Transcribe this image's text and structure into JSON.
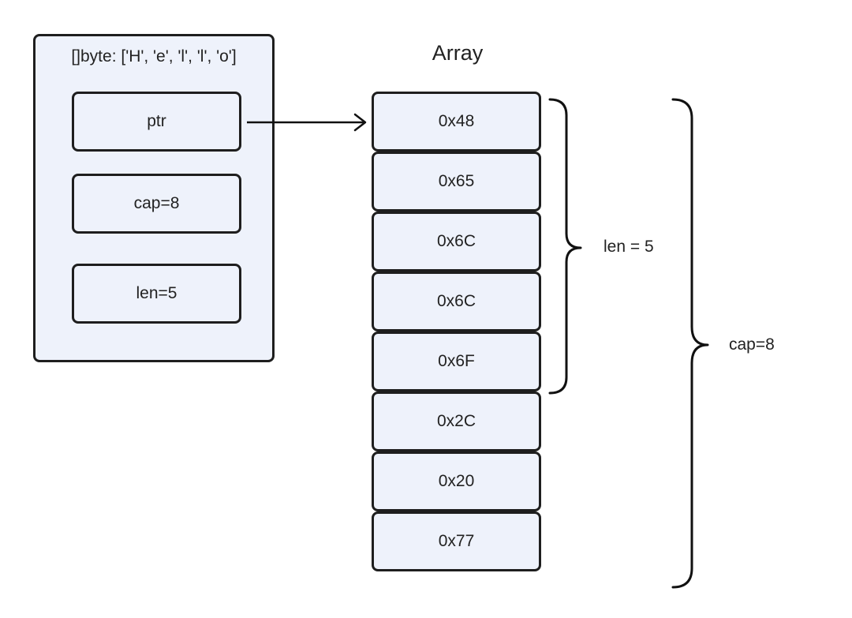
{
  "slice": {
    "title": "[]byte: ['H', 'e', 'l', 'l', 'o']",
    "fields": [
      {
        "label": "ptr"
      },
      {
        "label": "cap=8"
      },
      {
        "label": "len=5"
      }
    ]
  },
  "array": {
    "title": "Array",
    "cells": [
      {
        "value": "0x48"
      },
      {
        "value": "0x65"
      },
      {
        "value": "0x6C"
      },
      {
        "value": "0x6C"
      },
      {
        "value": "0x6F"
      },
      {
        "value": "0x2C"
      },
      {
        "value": "0x20"
      },
      {
        "value": "0x77"
      }
    ]
  },
  "braces": {
    "len_label": "len = 5",
    "cap_label": "cap=8"
  },
  "colors": {
    "box_fill": "#eef2fb",
    "stroke": "#1e1e1e"
  }
}
